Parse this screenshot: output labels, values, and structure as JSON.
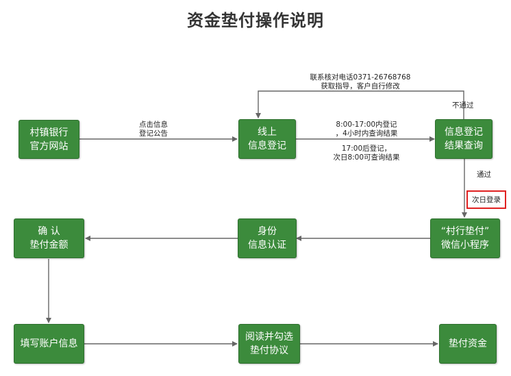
{
  "title": "资金垫付操作说明",
  "nodes": {
    "bank_site": "村镇银行\n官方网站",
    "online_register": "线上\n信息登记",
    "result_query": "信息登记\n结果查询",
    "mini_program": "“村行垫付”\n微信小程序",
    "identity_verify": "身份\n信息认证",
    "confirm_amount": "确  认\n垫付金额",
    "fill_account": "填写账户信息",
    "read_agreement": "阅读并勾选\n垫付协议",
    "advance_funds": "垫付资金"
  },
  "labels": {
    "click_notice": "点击信息\n登记公告",
    "contact_phone": "联系核对电话0371-26768768\n获取指导，客户自行修改",
    "register_before_17": "8:00-17:00内登记\n，4小时内查询结果",
    "register_after_17": "17:00后登记，\n次日8:00可查询结果",
    "not_passed": "不通过",
    "passed": "通过",
    "next_day_login": "次日登录"
  },
  "colors": {
    "node_fill": "#3c8b3c",
    "connector": "#666666",
    "highlight": "#e02020"
  }
}
